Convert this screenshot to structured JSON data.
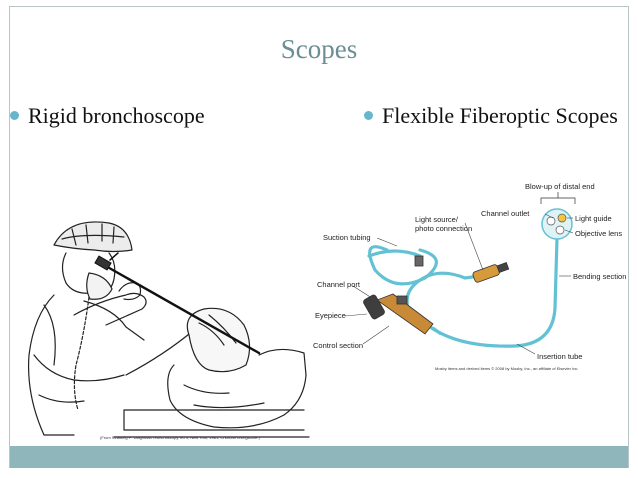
{
  "slide": {
    "title": "Scopes",
    "left_bullet": "Rigid bronchoscope",
    "right_bullet": "Flexible Fiberoptic Scopes",
    "accent_color": "#67b6cc",
    "footer_color": "#8fb7bb"
  },
  "left_figure": {
    "credit": "(From Stradling P: Diagnostic bronchoscopy, ed 4, New York, 1981, Churchill Livingstone.)"
  },
  "right_figure": {
    "labels": {
      "blowup": "Blow-up of distal end",
      "channel_outlet": "Channel outlet",
      "light_guide": "Light guide",
      "objective_lens": "Objective lens",
      "light_source_1": "Light source/",
      "light_source_2": "photo connection",
      "suction_tubing": "Suction tubing",
      "bending_section": "Bending section",
      "channel_port": "Channel port",
      "eyepiece": "Eyepiece",
      "control_section": "Control section",
      "insertion_tube": "Insertion tube"
    },
    "credit": "Mosby items and derived items © 2008 by Mosby, Inc., an affiliate of Elsevier Inc."
  }
}
